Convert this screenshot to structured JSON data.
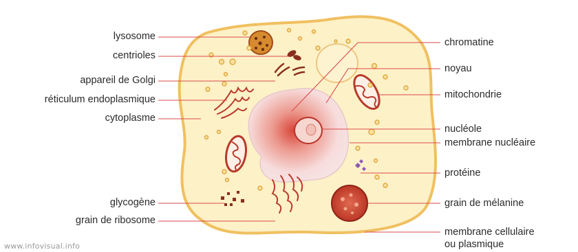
{
  "labels_left": [
    "lysosome",
    "centrioles",
    "appareil de Golgi",
    "réticulum endoplasmique",
    "cytoplasme",
    "glycogène",
    "grain de ribosome"
  ],
  "labels_right": [
    "chromatine",
    "noyau",
    "mitochondrie",
    "nucléole",
    "membrane nucléaire",
    "protéine",
    "grain de mélanine",
    "membrane cellulaire",
    "ou plasmique"
  ],
  "credit": "www.infovisual.info",
  "colors": {
    "cell_fill": "#fdf1c8",
    "cell_outline": "#f0c060",
    "nucleus_center": "#d94a3a",
    "nucleus_edge": "#f6dede",
    "organelle": "#c0392b",
    "leader_line": "#d94a4a",
    "granule": "#f3b94a",
    "protein": "#8e57b8",
    "text": "#2a2a2a"
  }
}
